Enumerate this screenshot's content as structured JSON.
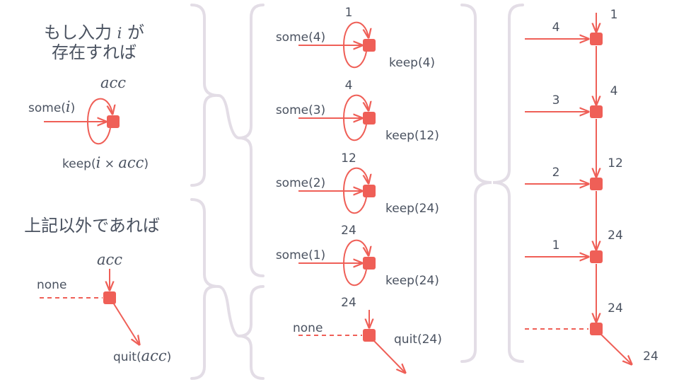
{
  "colors": {
    "accent": "#ef5f57",
    "text": "#4a5260",
    "brace": "#e3dde6"
  },
  "legend": {
    "some_title_1": "もし入力 ",
    "some_title_var": "i",
    "some_title_2": " が",
    "some_title_line2": "存在すれば",
    "acc": "acc",
    "some_prefix": "some(",
    "some_var": "i",
    "close": ")",
    "keep_prefix": "keep(",
    "keep_i": "i",
    "times": " × ",
    "keep_acc": "acc",
    "none_title": "上記以外であれば",
    "none_acc": "acc",
    "none_label": "none",
    "quit_prefix": "quit(",
    "quit_acc": "acc"
  },
  "steps": [
    {
      "acc": "1",
      "input": "some(4)",
      "output": "keep(4)"
    },
    {
      "acc": "4",
      "input": "some(3)",
      "output": "keep(12)"
    },
    {
      "acc": "12",
      "input": "some(2)",
      "output": "keep(24)"
    },
    {
      "acc": "24",
      "input": "some(1)",
      "output": "keep(24)"
    }
  ],
  "final_step": {
    "acc": "24",
    "input": "none",
    "output": "quit(24)"
  },
  "chain": {
    "inputs": [
      "4",
      "3",
      "2",
      "1"
    ],
    "values": [
      "1",
      "4",
      "12",
      "24",
      "24"
    ],
    "result": "24"
  }
}
